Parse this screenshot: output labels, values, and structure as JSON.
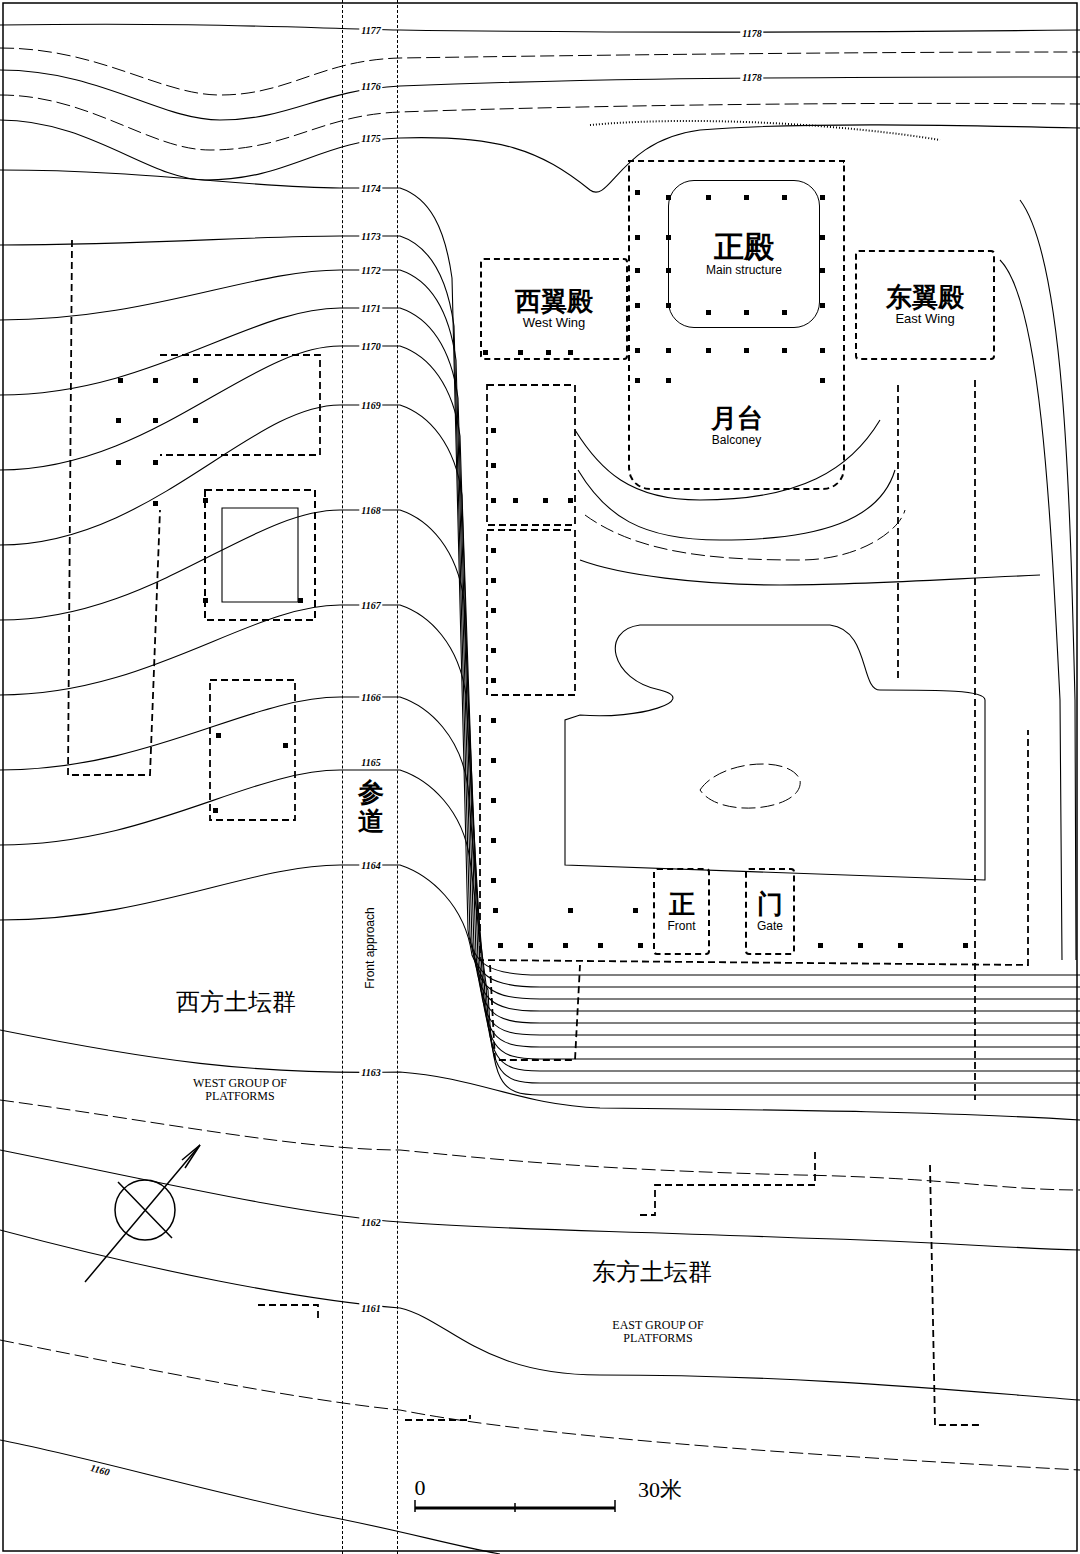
{
  "diagram": {
    "nodes": [
      {
        "text": [
          "月台",
          "Balconey"
        ]
      },
      {
        "text": [
          "正殿",
          "Main structure"
        ],
        "in": 0
      },
      {
        "text": [
          "西翼殿",
          "West Wing"
        ]
      },
      {
        "text": [
          "东翼殿",
          "East Wing"
        ]
      },
      {
        "text": [
          "参道",
          "Front approach"
        ]
      },
      {
        "text": [
          "正",
          "Front"
        ]
      },
      {
        "text": [
          "门",
          "Gate"
        ]
      }
    ],
    "labels": [
      "1177",
      "1178",
      "1176",
      "1178",
      "1175",
      "1174",
      "1173",
      "1172",
      "1171",
      "1170",
      "1169",
      "1168",
      "1167",
      "1166",
      "1165",
      "1164",
      "西方土坛群",
      "WEST GROUP OF PLATFORMS",
      "1163",
      "1162",
      "东方土坛群",
      "EAST GROUP OF PLATFORMS",
      "1161",
      "1160",
      "0",
      "30米"
    ]
  }
}
